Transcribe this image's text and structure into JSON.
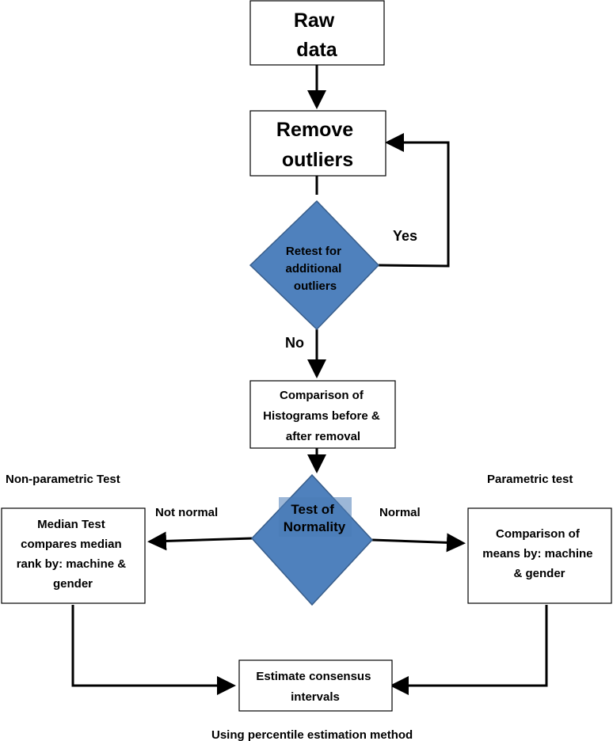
{
  "nodes": {
    "raw_data": {
      "lines": [
        "Raw",
        "data"
      ]
    },
    "remove_outliers": {
      "lines": [
        "Remove",
        "outliers"
      ]
    },
    "retest": {
      "lines": [
        "Retest for",
        "additional",
        "outliers"
      ]
    },
    "comparison_histograms": {
      "lines": [
        "Comparison of",
        "Histograms before &",
        "after removal"
      ]
    },
    "test_normality": {
      "lines": [
        "Test of",
        "Normality"
      ]
    },
    "median_test": {
      "lines": [
        "Median Test",
        "compares median",
        "rank by: machine &",
        "gender"
      ]
    },
    "comparison_means": {
      "lines": [
        "Comparison of",
        "means by: machine",
        "& gender"
      ]
    },
    "estimate_intervals": {
      "lines": [
        "Estimate consensus",
        "intervals"
      ]
    }
  },
  "edge_labels": {
    "yes": "Yes",
    "no": "No",
    "not_normal": "Not normal",
    "normal": "Normal"
  },
  "annotations": {
    "non_parametric": "Non-parametric Test",
    "parametric": "Parametric test",
    "method": "Using percentile estimation method"
  },
  "colors": {
    "decision_fill": "#4F81BD",
    "decision_stroke": "#385D8A",
    "box_stroke": "#000000"
  }
}
